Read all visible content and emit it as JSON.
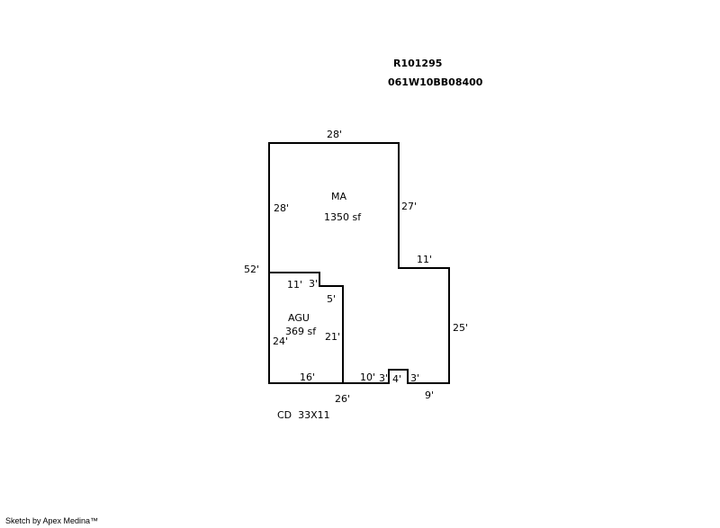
{
  "header": {
    "parcel_id": "R101295",
    "map_number": "061W10BB08400"
  },
  "areas": [
    {
      "code": "MA",
      "size": "1350 sf"
    },
    {
      "code": "AGU",
      "size": "369 sf"
    }
  ],
  "dimensions": {
    "top": "28'",
    "ma_left": "28'",
    "ma_right": "27'",
    "left_total": "52'",
    "step_top": "11'",
    "right": "25'",
    "agu_top": "11'",
    "agu_notch": "3'",
    "agu_notch_down": "5'",
    "agu_left": "24'",
    "agu_right": "21'",
    "agu_bottom": "16'",
    "bottom_a": "10'",
    "bottom_b": "3'",
    "bump": "4'",
    "bottom_c": "3'",
    "bottom_total": "26'",
    "bottom_right": "9'"
  },
  "note": "CD  33X11",
  "footer": "Sketch by Apex Medina™",
  "colors": {
    "line": "#000000",
    "background": "#ffffff"
  }
}
